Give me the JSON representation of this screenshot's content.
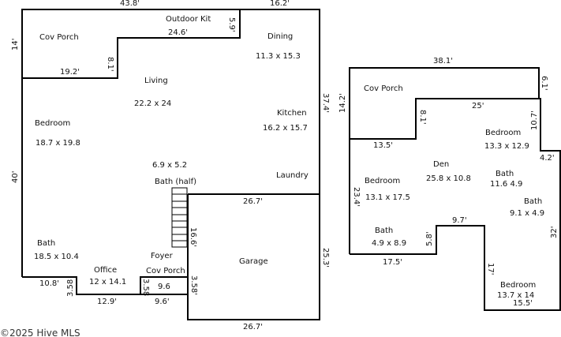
{
  "main_floor": {
    "dims": {
      "top_left": "43.8'",
      "top_right": "16.2'",
      "porch_left": "14'",
      "porch_step": "8.1'",
      "porch_bottom": "19.2'",
      "outdoor_kit_width": "24.6'",
      "outdoor_kit_depth": "5.9'",
      "left_side": "40'",
      "right_side": "37.4'",
      "garage_top": "26.7'",
      "stairs": "16.6'",
      "garage_right": "25.3'",
      "garage_bottom": "26.7'",
      "bottom_left": "10.8'",
      "office_step": "3.58",
      "office_bottom": "12.9'",
      "porch2_left": "3.58",
      "porch2_bottom": "9.6'",
      "porch2_right": "3.58'",
      "porch2_overlap": "9.6"
    },
    "rooms": [
      {
        "name": "Cov Porch"
      },
      {
        "name": "Outdoor Kit"
      },
      {
        "name": "Dining",
        "size": "11.3 x 15.3"
      },
      {
        "name": "Living",
        "size": "22.2 x 24"
      },
      {
        "name": "Kitchen",
        "size": "16.2 x 15.7"
      },
      {
        "name": "Bedroom",
        "size": "18.7 x 19.8"
      },
      {
        "name": "Bath (half)",
        "size": "6.9 x 5.2"
      },
      {
        "name": "Laundry"
      },
      {
        "name": "Bath",
        "size": "18.5 x 10.4"
      },
      {
        "name": "Office",
        "size": "12 x 14.1"
      },
      {
        "name": "Foyer"
      },
      {
        "name": "Garage"
      },
      {
        "name": "Cov Porch"
      }
    ]
  },
  "upper_floor": {
    "dims": {
      "top": "38.1'",
      "porch_left": "14.2'",
      "porch_right": "6.1'",
      "porch_step": "8.1'",
      "porch_bottom": "13.5'",
      "inner_top": "25'",
      "bed_right": "10.7'",
      "step_right": "4.2'",
      "left_side": "23.4'",
      "right_side": "32'",
      "bath_step": "5.8'",
      "step_top": "9.7'",
      "bed_left": "17'",
      "bottom": "15.5'",
      "bath_bottom": "17.5'"
    },
    "rooms": [
      {
        "name": "Cov Porch"
      },
      {
        "name": "Bedroom",
        "size": "13.3 x 12.9"
      },
      {
        "name": "Den",
        "size": "25.8 x 10.8"
      },
      {
        "name": "Bath",
        "size": "11.6  4.9"
      },
      {
        "name": "Bedroom",
        "size": "13.1 x 17.5"
      },
      {
        "name": "Bath",
        "size": "9.1 x 4.9"
      },
      {
        "name": "Bath",
        "size": "4.9 x 8.9"
      },
      {
        "name": "Bedroom",
        "size": "13.7 x 14"
      }
    ]
  },
  "copyright": "©2025 Hive MLS"
}
